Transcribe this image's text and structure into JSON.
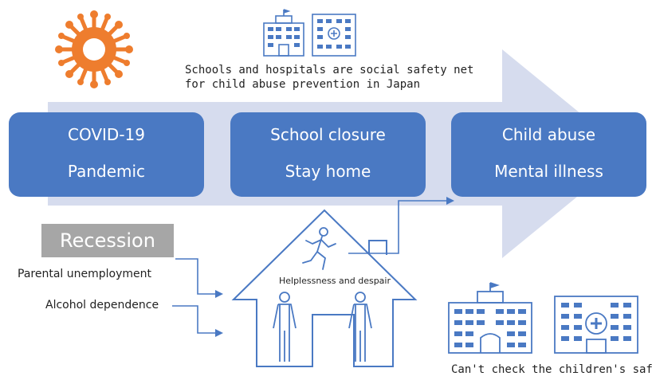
{
  "header": {
    "safety_net_line1": "Schools and hospitals are social safety net",
    "safety_net_line2": "for child abuse prevention in Japan"
  },
  "flow": [
    {
      "line1": "COVID-19",
      "line2": "Pandemic"
    },
    {
      "line1": "School closure",
      "line2": "Stay home"
    },
    {
      "line1": "Child abuse",
      "line2": "Mental illness"
    }
  ],
  "recession": {
    "title": "Recession",
    "factors": [
      "Parental unemployment",
      "Alcohol dependence"
    ]
  },
  "house": {
    "label": "Helplessness and despair"
  },
  "footer": {
    "caption": "Can't check the children's safety"
  },
  "colors": {
    "box_fill": "#4a79c3",
    "arrow_fill": "#d6dcee",
    "line_blue": "#4a79c3",
    "virus_orange": "#ee7d2e",
    "recession_gray": "#a6a6a6"
  },
  "icons": [
    "virus-icon",
    "school-icon",
    "hospital-icon",
    "house-icon",
    "running-child-icon",
    "adult-figure-icon"
  ]
}
